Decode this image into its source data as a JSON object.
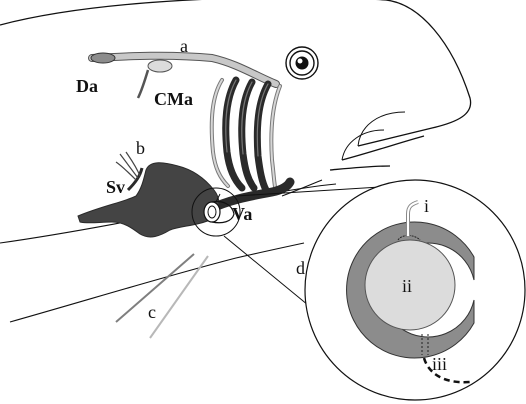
{
  "labels": {
    "a": "a",
    "b": "b",
    "c": "c",
    "d": "d",
    "Da": "Da",
    "CMa": "CMa",
    "Sv": "Sv",
    "Va": "Va",
    "i": "i",
    "ii": "ii",
    "iii": "iii"
  },
  "colors": {
    "outline": "#111111",
    "heart": "#444444",
    "vessel_fill": "#c8c8c8",
    "vessel_stroke": "#555555",
    "cuff": "#8c8c8c",
    "artery": "#dcdcdc",
    "catheter_dark": "#7f7f7f",
    "catheter_light": "#b8b8b8"
  }
}
